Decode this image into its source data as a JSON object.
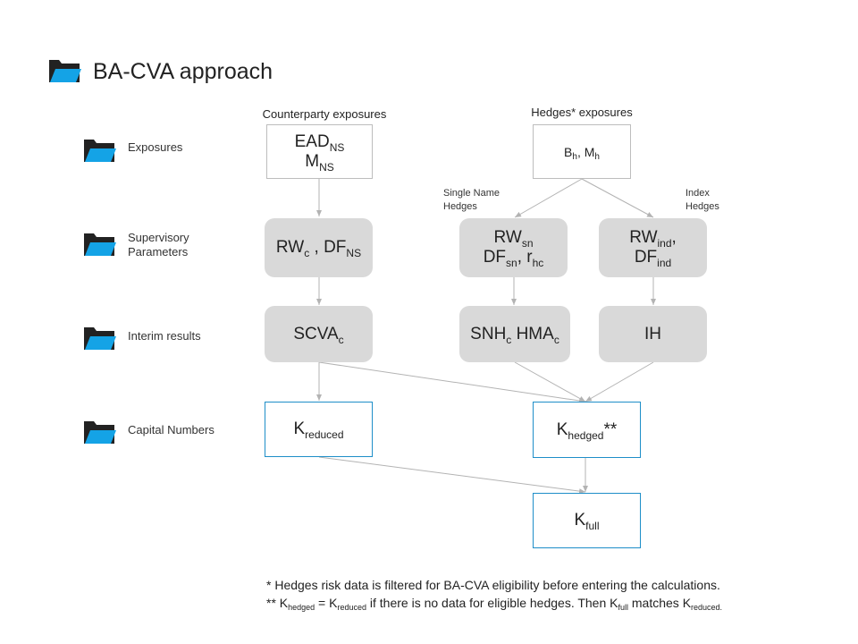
{
  "title": "BA-CVA approach",
  "rows": {
    "exposures": "Exposures",
    "supervisory_1": "Supervisory",
    "supervisory_2": "Parameters",
    "interim": "Interim results",
    "capital": "Capital Numbers"
  },
  "columns": {
    "counterparty": "Counterparty exposures",
    "hedges": "Hedges* exposures",
    "single_name_1": "Single Name",
    "single_name_2": "Hedges",
    "index_1": "Index",
    "index_2": "Hedges"
  },
  "boxes": {
    "ead": {
      "main": "EAD",
      "sub": "NS"
    },
    "m": {
      "main": "M",
      "sub": "NS"
    },
    "bh": {
      "a": "B",
      "a_sub": "h",
      "sep": ", ",
      "b": "M",
      "b_sub": "h"
    },
    "rwc": {
      "a": "RW",
      "a_sub": "c",
      "sep": " , ",
      "b": "DF",
      "b_sub": "NS"
    },
    "rwsn": {
      "main": "RW",
      "sub": "sn"
    },
    "dfsn": {
      "a": "DF",
      "a_sub": "sn",
      "sep": ", ",
      "b": "r",
      "b_sub": "hc"
    },
    "rwind": {
      "main": "RW",
      "sub": "ind",
      "tail": ","
    },
    "dfind": {
      "main": "DF",
      "sub": "ind"
    },
    "scva": {
      "main": "SCVA",
      "sub": "c"
    },
    "snh": {
      "a": "SNH",
      "a_sub": "c",
      "sep": " ",
      "b": "HMA",
      "b_sub": "c"
    },
    "ih": {
      "main": "IH"
    },
    "kreduced": {
      "main": "K",
      "sub": "reduced"
    },
    "khedged": {
      "main": "K",
      "sub": "hedged",
      "tail": "**"
    },
    "kfull": {
      "main": "K",
      "sub": "full"
    }
  },
  "notes": {
    "note1": "* Hedges risk data is filtered for BA-CVA eligibility before entering the calculations.",
    "note2": {
      "p1": "** K",
      "s1": "hedged",
      "p2": " = K",
      "s2": "reduced",
      "p3": " if there is no data for eligible hedges. Then K",
      "s3": "full",
      "p4": " matches K",
      "s4": "reduced."
    }
  },
  "colors": {
    "accent_blue": "#1e8ec8",
    "gray_box": "#d9d9d9",
    "connector": "#b3b3b3",
    "folder_dark": "#222222",
    "folder_blue": "#14a3e6"
  }
}
